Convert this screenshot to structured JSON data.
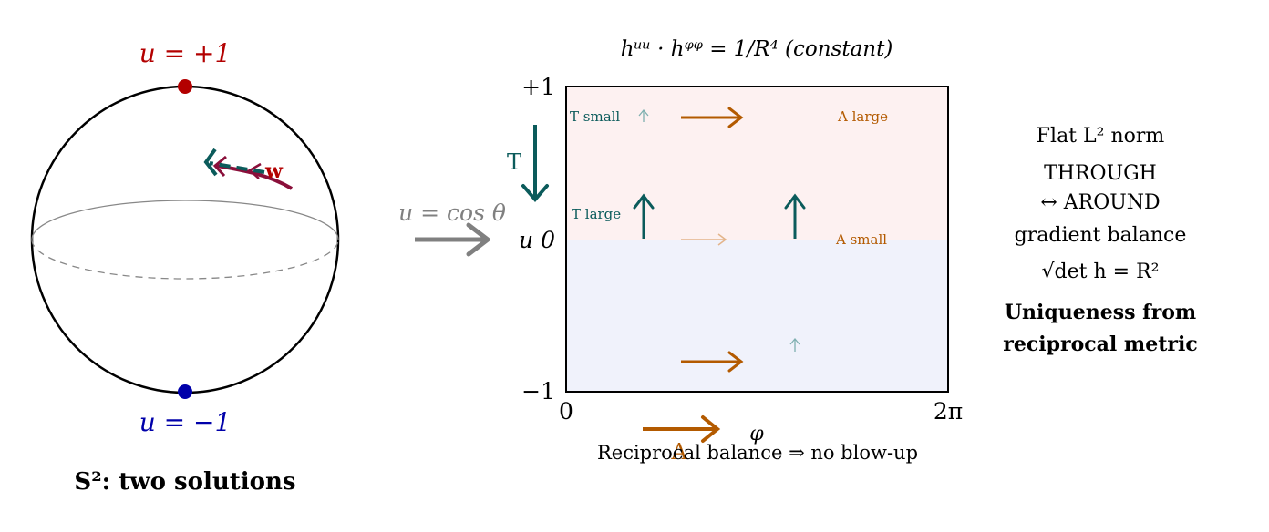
{
  "sphere": {
    "north_label": "u = +1",
    "south_label": "u = −1",
    "w_label": "w",
    "caption": "S²: two solutions",
    "colors": {
      "north": "#b30000",
      "south": "#0000aa",
      "w_arrow": "#8a0f3a",
      "teal": "#0b5b5b"
    }
  },
  "map_arrow": {
    "label": "u = cos θ"
  },
  "plot": {
    "title": "hᵘᵘ · hᵠᵠ = 1/R⁴ (constant)",
    "y_ticks": {
      "top": "+1",
      "mid": "u 0",
      "bottom": "−1"
    },
    "x_ticks": {
      "left": "0",
      "right": "2π"
    },
    "x_axis_symbol": "φ",
    "T_label": "T",
    "A_label": "A",
    "region_labels": {
      "t_small": "T small",
      "t_large": "T large",
      "a_large": "A large",
      "a_small": "A small"
    },
    "caption": "Reciprocal balance ⇒ no blow-up",
    "colors": {
      "top_fill": "#fdf1f1",
      "bottom_fill": "#f0f2fb",
      "teal": "#0b5b5b",
      "orange": "#b35a00"
    }
  },
  "right_panel": {
    "line1": "Flat L² norm",
    "line2": "THROUGH",
    "line3": "↔ AROUND",
    "line4": "gradient balance",
    "line5": "√det h  =  R²",
    "bold1": "Uniqueness from",
    "bold2": "reciprocal metric"
  }
}
